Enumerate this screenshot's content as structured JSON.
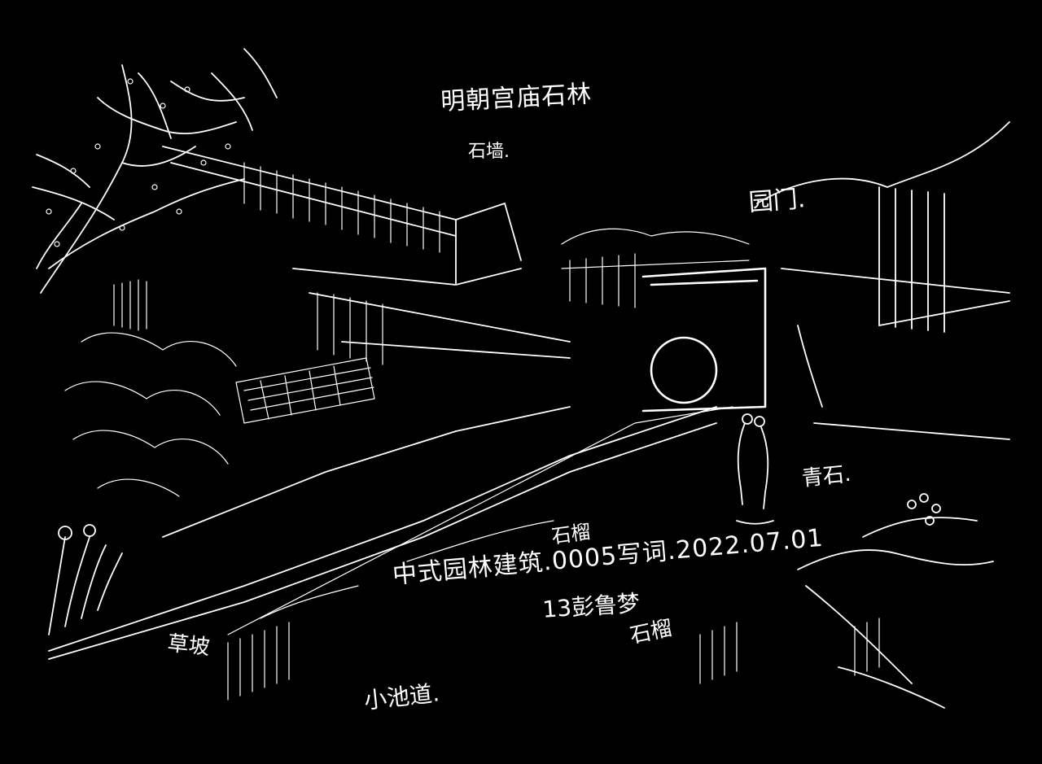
{
  "notes": {
    "title": "明朝宫庙石林",
    "wall": "石墙.",
    "gate": "园门.",
    "stone": "青石.",
    "tree_a": "石榴",
    "caption": "中式园林建筑.0005写词.2022.07.01",
    "author": "13彭鲁梦",
    "tree_b": "石榴",
    "slope": "草坡",
    "path": "小池道."
  },
  "colors": {
    "background": "#000000",
    "ink": "#ffffff"
  }
}
